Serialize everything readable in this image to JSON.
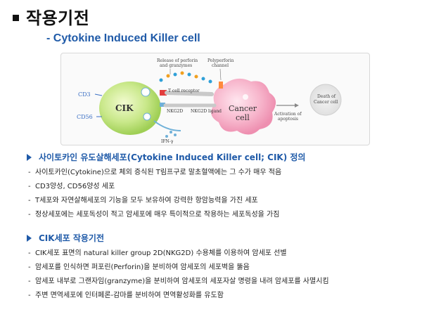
{
  "title": "작용기전",
  "subtitle": "- Cytokine Induced Killer cell",
  "figure": {
    "cik": "CIK",
    "cancer1": "Cancer",
    "cancer2": "cell",
    "cd3": "CD3",
    "cd56": "CD56",
    "release1": "Release of perforin",
    "release2": "and granzymes",
    "poly1": "Polyperforin",
    "poly2": "channel",
    "tcr": "T cell receptor",
    "nkg2d": "NKG2D",
    "nkg2d_ligand": "NKG2D ligand",
    "ifn": "IFN-γ",
    "activation1": "Activation of",
    "activation2": "apoptosis",
    "death1": "Death of",
    "death2": "Cancer cell"
  },
  "section1": {
    "heading": "사이토카인 유도살해세포(Cytokine Induced Killer cell; CIK) 정의",
    "items": [
      "사이토카인(Cytokine)으로 체외 증식된 T림프구로 말초혈액에는 그 수가 매우 적음",
      "CD3양성, CD56양성 세포",
      "T세포와 자연살해세포의 기능을 모두 보유하여 강력한 항암능력을 가진 세포",
      "정상세포에는 세포독성이 적고 암세포에 매우 특이적으로 작용하는 세포독성을 가짐"
    ]
  },
  "section2": {
    "heading": "CIK세포 작용기전",
    "items": [
      "CIK세포 표면의 natural killer group 2D(NKG2D) 수용체를 이용하여 암세포 선별",
      "암세포를 인식하면 퍼포린(Perforin)을 분비하여 암세포의 세포벽을 뚫음",
      "암세포 내부로 그랜자임(granzyme)을 분비하여 암세포의 세포자살 명령을 내려 암세포를 사멸시킴",
      "주변 면역세포에 인터페론-감마를 분비하여 면역활성화를 유도함"
    ]
  }
}
